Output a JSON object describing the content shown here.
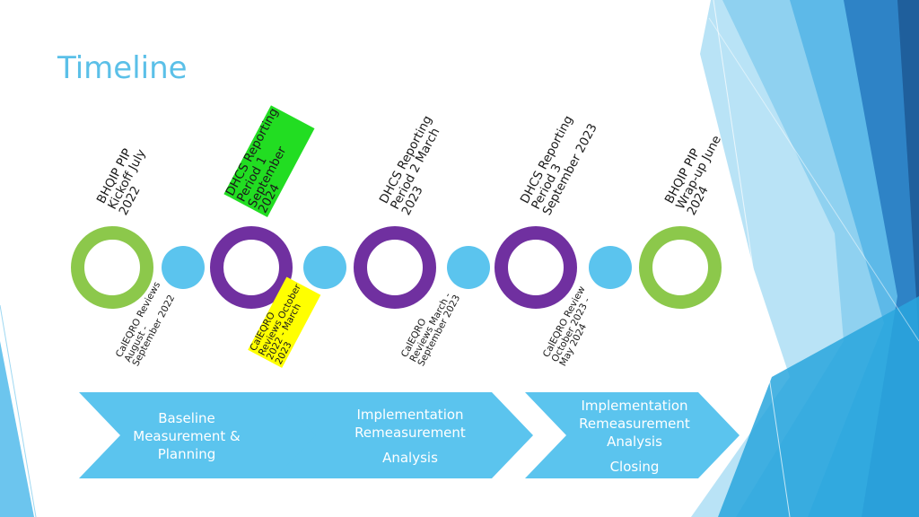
{
  "slide": {
    "title": "Timeline"
  },
  "milestones": [
    {
      "kind": "ring",
      "color": "green",
      "label": "BHQIP PIP\nKickoff July\n2022"
    },
    {
      "kind": "dot",
      "label": "CalEQRO Reviews\nAugust -\nSeptember 2022"
    },
    {
      "kind": "ring",
      "color": "purple",
      "label": "DHCS Reporting\nPeriod 1\nSeptember\n2024",
      "highlight": "green"
    },
    {
      "kind": "dot",
      "label": "CalEQRO\nReviews October\n2022 - March\n2023",
      "highlight": "yellow"
    },
    {
      "kind": "ring",
      "color": "purple",
      "label": "DHCS Reporting\nPeriod 2 March\n2023"
    },
    {
      "kind": "dot",
      "label": "CalEQRO\nReviews March -\nSeptember 2023"
    },
    {
      "kind": "ring",
      "color": "purple",
      "label": "DHCS Reporting\nPeriod 3\nSeptember 2023"
    },
    {
      "kind": "dot",
      "label": "CalEQRO Review\nOctober 2023 -\nMay 2024"
    },
    {
      "kind": "ring",
      "color": "green",
      "label": "BHQIP PIP\nWrap-up June\n2024"
    }
  ],
  "phases": [
    {
      "lines": [
        "Baseline",
        "Measurement &",
        "Planning"
      ]
    },
    {
      "lines": [
        "Implementation",
        "Remeasurement",
        "",
        "Analysis"
      ]
    },
    {
      "lines": [
        "Implementation",
        "Remeasurement",
        "Analysis",
        "",
        "Closing"
      ]
    }
  ],
  "colors": {
    "title": "#5BC0E8",
    "ring_green": "#8CC84B",
    "ring_purple": "#7030A0",
    "dot": "#5BC4EE",
    "chevron": "#5BC4EE",
    "highlight_green": "#22DD22",
    "highlight_yellow": "#FFFF00"
  }
}
